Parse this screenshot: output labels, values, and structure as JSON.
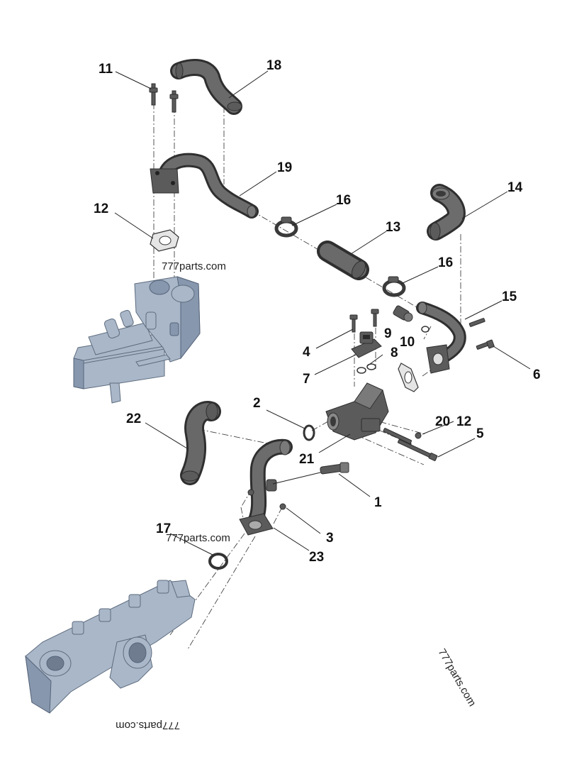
{
  "callouts": [
    {
      "id": "11",
      "label": "11"
    },
    {
      "id": "18",
      "label": "18"
    },
    {
      "id": "19",
      "label": "19"
    },
    {
      "id": "12a",
      "label": "12"
    },
    {
      "id": "16a",
      "label": "16"
    },
    {
      "id": "14",
      "label": "14"
    },
    {
      "id": "13",
      "label": "13"
    },
    {
      "id": "16b",
      "label": "16"
    },
    {
      "id": "15",
      "label": "15"
    },
    {
      "id": "9",
      "label": "9"
    },
    {
      "id": "10",
      "label": "10"
    },
    {
      "id": "4",
      "label": "4"
    },
    {
      "id": "8",
      "label": "8"
    },
    {
      "id": "7",
      "label": "7"
    },
    {
      "id": "6",
      "label": "6"
    },
    {
      "id": "2",
      "label": "2"
    },
    {
      "id": "22",
      "label": "22"
    },
    {
      "id": "20",
      "label": "20"
    },
    {
      "id": "12b",
      "label": "12"
    },
    {
      "id": "5",
      "label": "5"
    },
    {
      "id": "21",
      "label": "21"
    },
    {
      "id": "1",
      "label": "1"
    },
    {
      "id": "3",
      "label": "3"
    },
    {
      "id": "17",
      "label": "17"
    },
    {
      "id": "23",
      "label": "23"
    }
  ],
  "watermarks": {
    "w1": "777parts.com",
    "w2": "777parts.com",
    "w3": "777parts.com",
    "w4": "777parts.com"
  }
}
